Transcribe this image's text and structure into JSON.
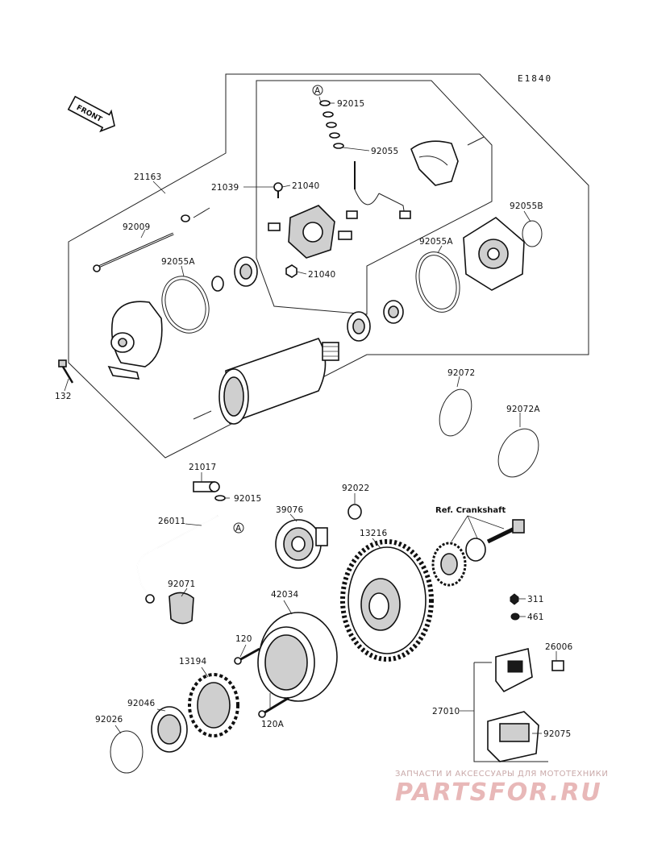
{
  "diagram": {
    "code": "E1840",
    "front_label": "FRONT",
    "reference_label": "Ref. Crankshaft",
    "callouts": {
      "p21163": "21163",
      "p21039": "21039",
      "p92015a": "92015",
      "p92055": "92055",
      "p21040a": "21040",
      "p21040b": "21040",
      "p92009": "92009",
      "p92055a_left": "92055A",
      "p92055a_right": "92055A",
      "p92055b": "92055B",
      "p132": "132",
      "p92072": "92072",
      "p92072a": "92072A",
      "p21017": "21017",
      "p92015b": "92015",
      "p26011": "26011",
      "p39076": "39076",
      "p92022": "92022",
      "p13216": "13216",
      "p92071": "92071",
      "p42034": "42034",
      "p120": "120",
      "p120a": "120A",
      "p13194": "13194",
      "p92046": "92046",
      "p92026": "92026",
      "p311": "311",
      "p461": "461",
      "p26006": "26006",
      "p27010": "27010",
      "p92075": "92075"
    },
    "markers": {
      "a_top": "A",
      "a_bottom": "A"
    }
  },
  "watermark": {
    "line1": "ЗАПЧАСТИ И АКСЕССУАРЫ ДЛЯ МОТОТЕХНИКИ",
    "line2": "PARTSFOR.RU"
  }
}
